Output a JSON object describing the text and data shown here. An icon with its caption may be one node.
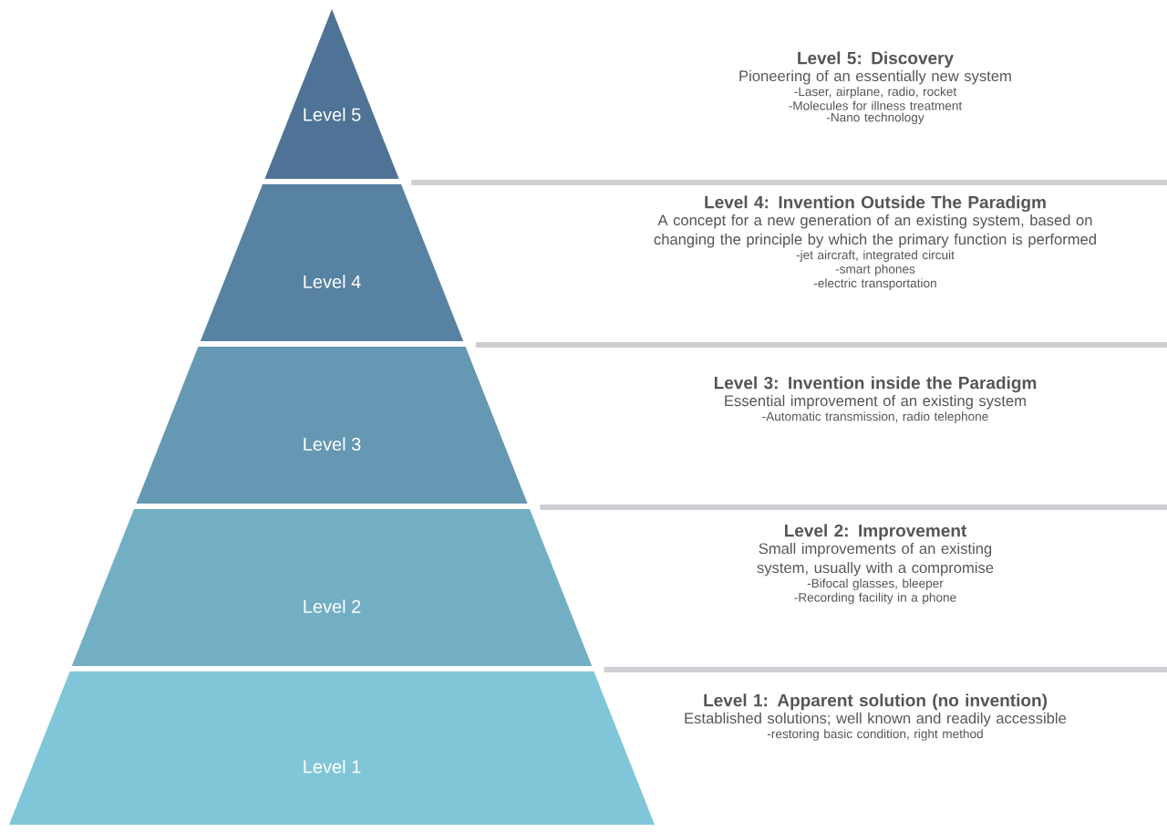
{
  "diagram": {
    "nodes": [
      {
        "text": [
          "Level 5"
        ],
        "beside": [
          "Level 5: Discovery",
          "Pioneering of an essentially new system",
          "-Laser, airplane, radio, rocket",
          "-Molecules for illness treatment",
          "-Nano technology"
        ]
      },
      {
        "text": [
          "Level 4"
        ],
        "beside": [
          "Level 4: Invention Outside The Paradigm",
          "A concept for a new generation of an existing system, based on changing the principle by which the primary function is performed",
          "-jet aircraft, integrated circuit",
          "-smart phones",
          "-electric transportation"
        ]
      },
      {
        "text": [
          "Level 3"
        ],
        "beside": [
          "Level 3: Invention inside the Paradigm",
          "Essential improvement of an existing system",
          "-Automatic transmission, radio telephone"
        ]
      },
      {
        "text": [
          "Level 2"
        ],
        "beside": [
          "Level 2: Improvement",
          "Small improvements of an existing system, usually with a compromise",
          "-Bifocal glasses, bleeper",
          "-Recording facility in a phone"
        ]
      },
      {
        "text": [
          "Level 1"
        ],
        "beside": [
          "Level 1: Apparent solution (no invention)",
          "Established solutions; well known and readily accessible",
          "-restoring basic condition, right method"
        ]
      }
    ]
  }
}
